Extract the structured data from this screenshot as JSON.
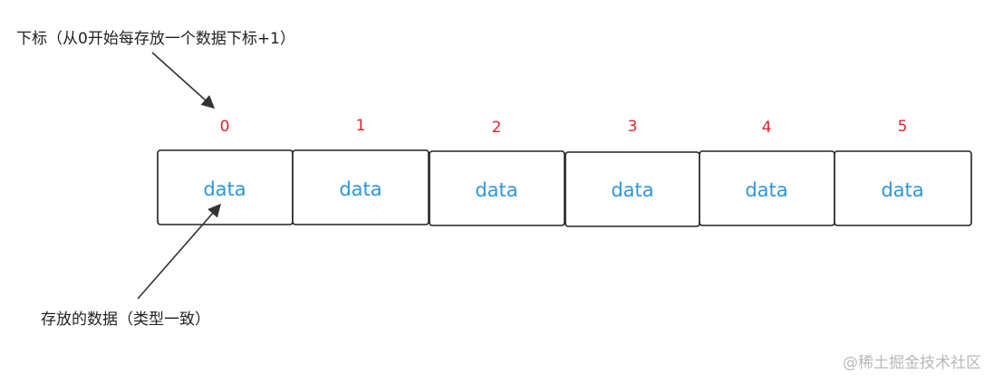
{
  "annotations": {
    "top": "下标（从0开始每存放一个数据下标+1）",
    "bottom": "存放的数据（类型一致）"
  },
  "array": {
    "indices": [
      "0",
      "1",
      "2",
      "3",
      "4",
      "5"
    ],
    "cells": [
      "data",
      "data",
      "data",
      "data",
      "data",
      "data"
    ]
  },
  "colors": {
    "index": "#e0242c",
    "cell_text": "#2e95d8",
    "border": "#222222"
  },
  "watermark": "@稀土掘金技术社区"
}
